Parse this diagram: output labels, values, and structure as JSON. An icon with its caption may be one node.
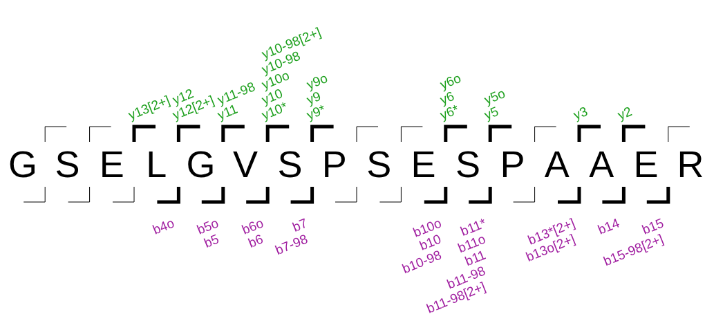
{
  "diagram": {
    "labels": [
      "y13[2+]",
      "y12",
      "y12[2+]",
      "y11-98",
      "y11",
      "y10-98[2+]",
      "y10-98",
      "y10o",
      "y10",
      "y10*",
      "y9o",
      "y9",
      "y9*",
      "y6o",
      "y6",
      "y6*",
      "y5o",
      "y5",
      "y3",
      "y2",
      "G",
      "S",
      "E",
      "L",
      "G",
      "V",
      "S",
      "P",
      "S",
      "E",
      "S",
      "P",
      "A",
      "A",
      "E",
      "R",
      "b4o",
      "b5o",
      "b5",
      "b6o",
      "b6",
      "b7",
      "b7-98",
      "b10o",
      "b10",
      "b10-98",
      "b11*",
      "b11o",
      "b11",
      "b11-98",
      "b11-98[2+]",
      "b13*[2+]",
      "b13o[2+]",
      "b14",
      "b15",
      "b15-98[2+]"
    ]
  }
}
